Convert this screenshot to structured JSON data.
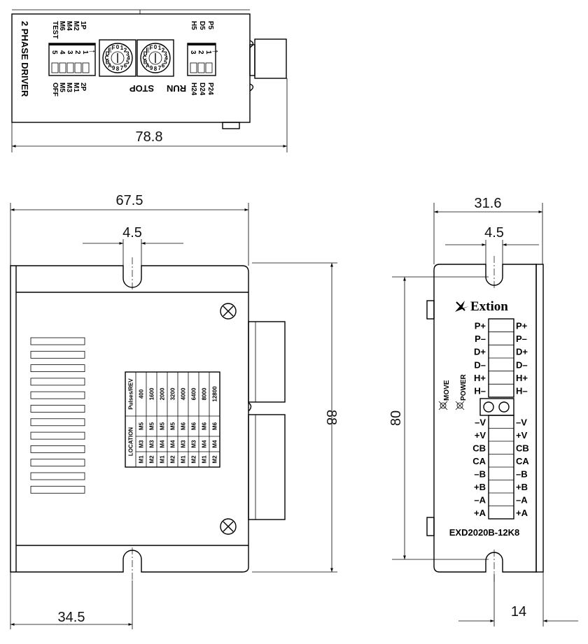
{
  "dimensions": {
    "top_width": "78.8",
    "front_width": "67.5",
    "front_slot": "4.5",
    "front_height": "88",
    "front_bottom": "34.5",
    "side_width": "31.6",
    "side_slot": "4.5",
    "side_height": "80",
    "side_bottom": "14"
  },
  "top_view": {
    "title": "2 PHASE DRIVER",
    "dip_on_labels": [
      "TEST",
      "M6",
      "M4",
      "M2",
      "1P"
    ],
    "dip_off_labels": [
      "OFF",
      "M5",
      "M3",
      "M1",
      "2P"
    ],
    "dip_numbers": [
      "5",
      "4",
      "3",
      "2",
      "1"
    ],
    "arrow": "↑",
    "stop_label": "STOP",
    "run_label": "RUN",
    "rotary_digits": "0123456789ABCDEF",
    "volt_on_labels": [
      "H5",
      "D5",
      "P5"
    ],
    "volt_off_labels": [
      "H24",
      "D24",
      "P24"
    ],
    "volt_numbers": [
      "3",
      "2",
      "1"
    ]
  },
  "front_view": {
    "table": {
      "header_location": "LOCATION",
      "header_pulses": "Pulses/REV",
      "rows": [
        {
          "loc": [
            "M1",
            "M3",
            "M5"
          ],
          "pulses": "400"
        },
        {
          "loc": [
            "M2",
            "M3",
            "M5"
          ],
          "pulses": "1600"
        },
        {
          "loc": [
            "M1",
            "M4",
            "M5"
          ],
          "pulses": "2000"
        },
        {
          "loc": [
            "M2",
            "M4",
            "M5"
          ],
          "pulses": "3200"
        },
        {
          "loc": [
            "M1",
            "M3",
            "M6"
          ],
          "pulses": "4000"
        },
        {
          "loc": [
            "M2",
            "M3",
            "M6"
          ],
          "pulses": "6400"
        },
        {
          "loc": [
            "M1",
            "M4",
            "M6"
          ],
          "pulses": "8000"
        },
        {
          "loc": [
            "M2",
            "M4",
            "M6"
          ],
          "pulses": "12800"
        }
      ]
    }
  },
  "side_view": {
    "brand": "Extion",
    "model": "EXD2020B-12K8",
    "led_move": "MOVE",
    "led_power": "POWER",
    "signal_terminals": [
      "P+",
      "P–",
      "D+",
      "D–",
      "H+",
      "H–"
    ],
    "power_terminals": [
      "–V",
      "+V",
      "CB",
      "CA",
      "–B",
      "+B",
      "–A",
      "+A"
    ]
  }
}
